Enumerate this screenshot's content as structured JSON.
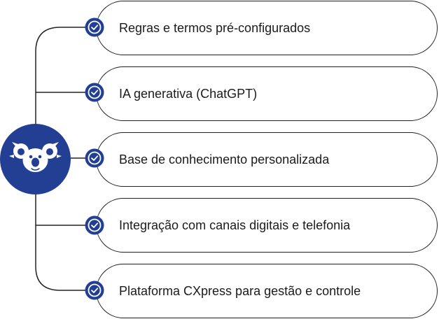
{
  "colors": {
    "hub": "#223f94",
    "badge": "#223f94",
    "line": "#222222"
  },
  "hub": {
    "icon": "koala-mascot-icon"
  },
  "features": [
    {
      "label": "Regras e termos pré-configurados",
      "icon": "check-circle-icon"
    },
    {
      "label": "IA generativa (ChatGPT)",
      "icon": "check-circle-icon"
    },
    {
      "label": "Base de conhecimento personalizada",
      "icon": "check-circle-icon"
    },
    {
      "label": "Integração com canais digitais e telefonia",
      "icon": "check-circle-icon"
    },
    {
      "label": "Plataforma CXpress para gestão e controle",
      "icon": "check-circle-icon"
    }
  ]
}
